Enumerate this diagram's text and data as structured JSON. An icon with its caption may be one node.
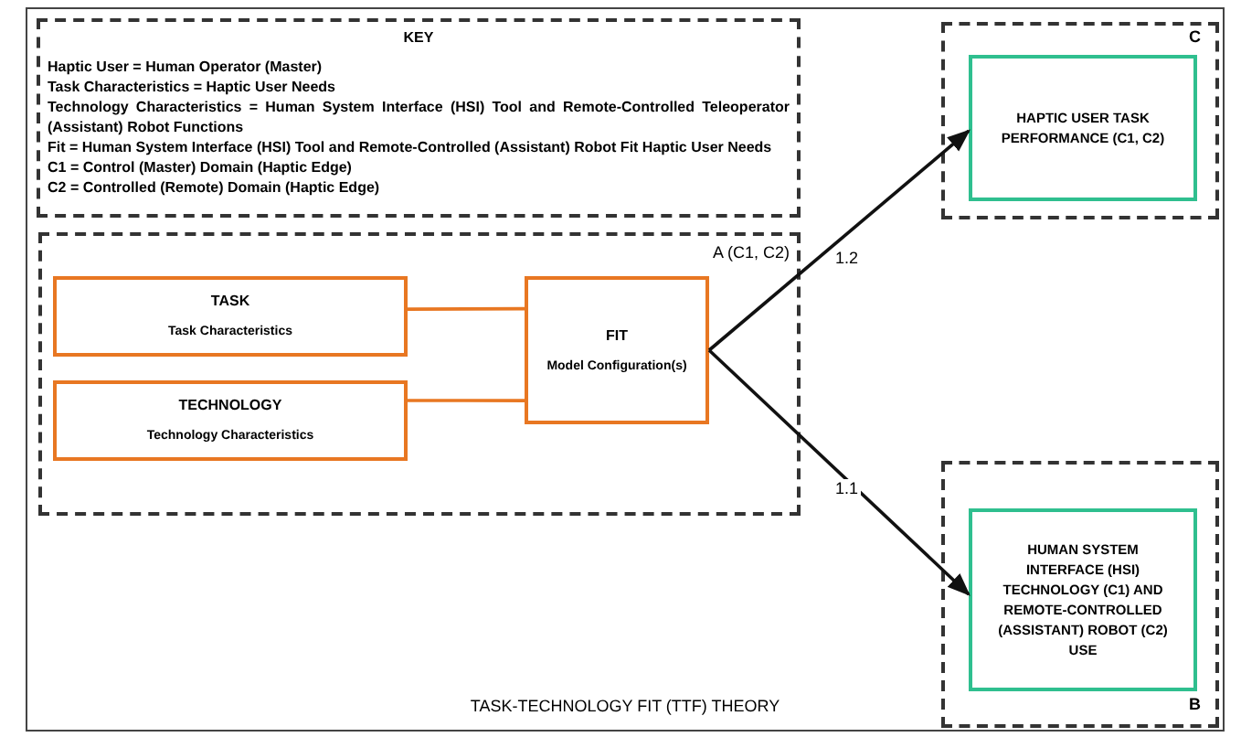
{
  "diagram": {
    "nodes": [
      {
        "text": [
          "TASK-TECHNOLOGY FIT (TTF) THEORY"
        ]
      },
      {
        "text": [
          "KEY",
          "Haptic User = Human Operator (Master)",
          "Task Characteristics = Haptic User Needs",
          "Technology Characteristics = Human System Interface (HSI) Tool and Remote-Controlled Teleoperator (Assistant) Robot Functions",
          "Fit = Human System Interface (HSI) Tool and Remote-Controlled (Assistant) Robot Fit Haptic User Needs",
          "C1 = Control (Master) Domain (Haptic Edge)",
          "C2 = Controlled (Remote) Domain (Haptic Edge)"
        ],
        "in": 0
      },
      {
        "text": [
          "A (C1, C2)"
        ],
        "in": 0
      },
      {
        "text": [
          "TASK",
          "Task Characteristics"
        ],
        "in": 2
      },
      {
        "text": [
          "TECHNOLOGY",
          "Technology Characteristics"
        ],
        "in": 2
      },
      {
        "text": [
          "FIT",
          "Model Configuration(s)"
        ],
        "in": 2
      },
      {
        "text": [
          "C"
        ],
        "in": 0
      },
      {
        "text": [
          "HAPTIC USER TASK PERFORMANCE (C1, C2)"
        ],
        "in": 6
      },
      {
        "text": [
          "B"
        ],
        "in": 0
      },
      {
        "text": [
          "HUMAN SYSTEM INTERFACE (HSI) TECHNOLOGY (C1) AND REMOTE-CONTROLLED (ASSISTANT) ROBOT (C2) USE"
        ],
        "in": 8
      }
    ],
    "edges": [
      {
        "from": 3,
        "to": 5,
        "arrow": "none",
        "color": "#e87722"
      },
      {
        "from": 4,
        "to": 5,
        "arrow": "none",
        "color": "#e87722"
      },
      {
        "from": 5,
        "to": 7,
        "arrow": "to",
        "label": "1.2",
        "color": "#111111"
      },
      {
        "from": 5,
        "to": 9,
        "arrow": "to",
        "label": "1.1",
        "color": "#111111"
      }
    ]
  }
}
